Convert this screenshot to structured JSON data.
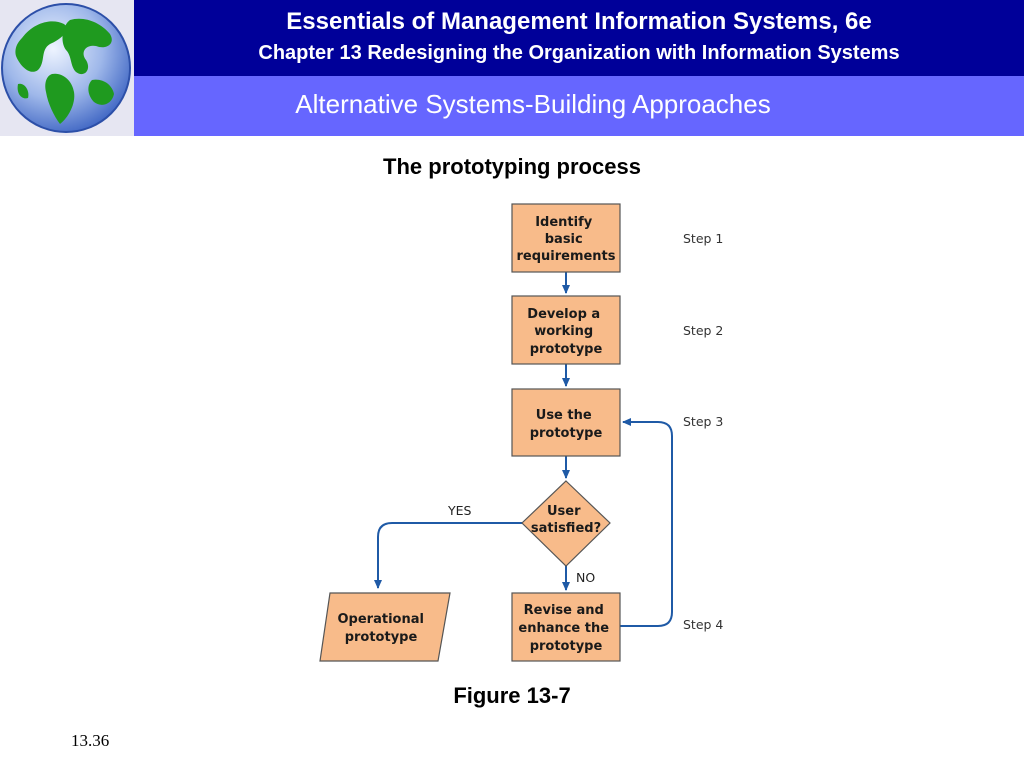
{
  "header": {
    "book_title": "Essentials of Management Information Systems, 6e",
    "chapter_title": "Chapter 13 Redesigning the Organization with Information Systems",
    "section_title": "Alternative Systems-Building Approaches"
  },
  "colors": {
    "header_dark": "#000099",
    "header_light": "#6666ff",
    "box_fill": "#f8bb8a",
    "arrow": "#1f5aa6"
  },
  "icons": {
    "logo": "globe-icon"
  },
  "diagram": {
    "title": "The prototyping process",
    "nodes": {
      "identify": [
        "Identify",
        "basic",
        "requirements"
      ],
      "develop": [
        "Develop a",
        "working",
        "prototype"
      ],
      "use": [
        "Use the",
        "prototype"
      ],
      "decision": [
        "User",
        "satisfied?"
      ],
      "revise": [
        "Revise and",
        "enhance the",
        "prototype"
      ],
      "operational": [
        "Operational",
        "prototype"
      ]
    },
    "steps": [
      "Step 1",
      "Step 2",
      "Step 3",
      "Step 4"
    ],
    "edge_labels": {
      "yes": "YES",
      "no": "NO"
    },
    "figure_label": "Figure 13-7"
  },
  "footer": {
    "slide_number": "13.36"
  }
}
